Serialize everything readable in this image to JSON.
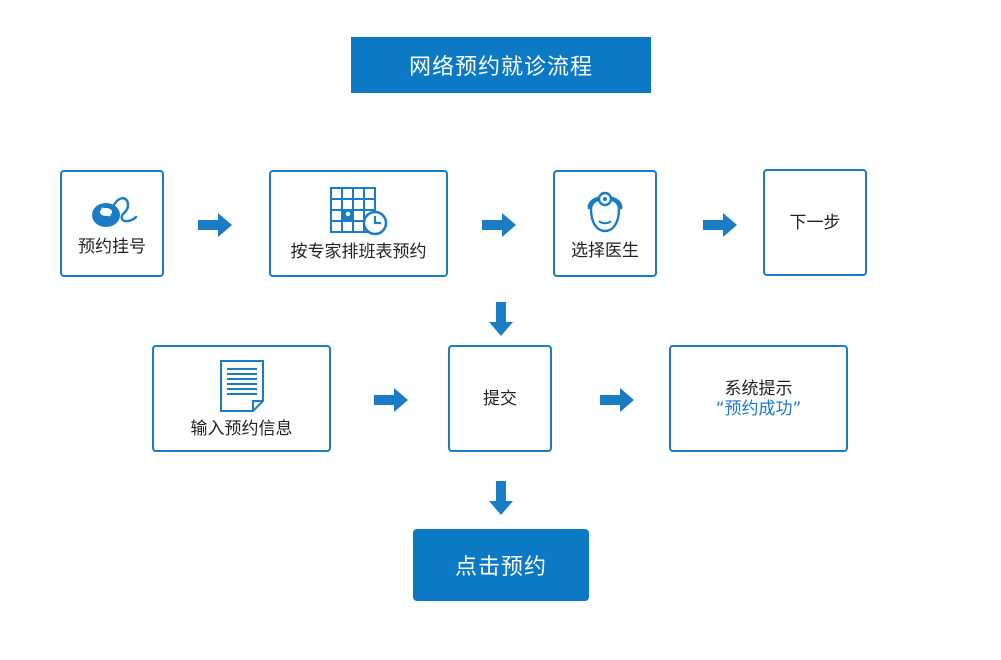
{
  "title": "网络预约就诊流程",
  "steps": {
    "register": {
      "label": "预约挂号",
      "icon": "mouse-icon"
    },
    "schedule": {
      "label": "按专家排班表预约",
      "icon": "schedule-grid-clock-icon"
    },
    "doctor": {
      "label": "选择医生",
      "icon": "doctor-head-icon"
    },
    "next": {
      "label": "下一步"
    },
    "input_info": {
      "label": "输入预约信息",
      "icon": "document-icon"
    },
    "submit": {
      "label": "提交"
    },
    "notice": {
      "line1": "系统提示",
      "line2": "“预约成功”"
    }
  },
  "cta": {
    "label": "点击预约"
  },
  "colors": {
    "accent": "#0c79c5",
    "border": "#1a7cc4",
    "highlight_text": "#1e77d2"
  }
}
